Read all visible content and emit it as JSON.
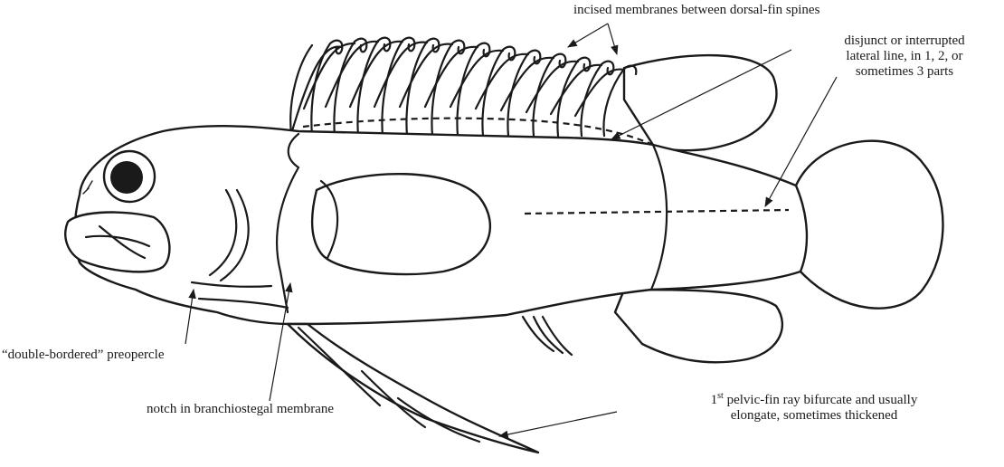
{
  "labels": {
    "incised": "incised membranes between dorsal-fin spines",
    "lateral_line_1": "disjunct or interrupted",
    "lateral_line_2": "lateral line, in 1, 2, or",
    "lateral_line_3": "sometimes 3 parts",
    "preopercle": "“double-bordered” preopercle",
    "notch": "notch in branchiostegal membrane",
    "pelvic_num": "1",
    "pelvic_sup": "st",
    "pelvic_1": " pelvic-fin ray bifurcate and usually",
    "pelvic_2": "elongate, sometimes thickened"
  }
}
